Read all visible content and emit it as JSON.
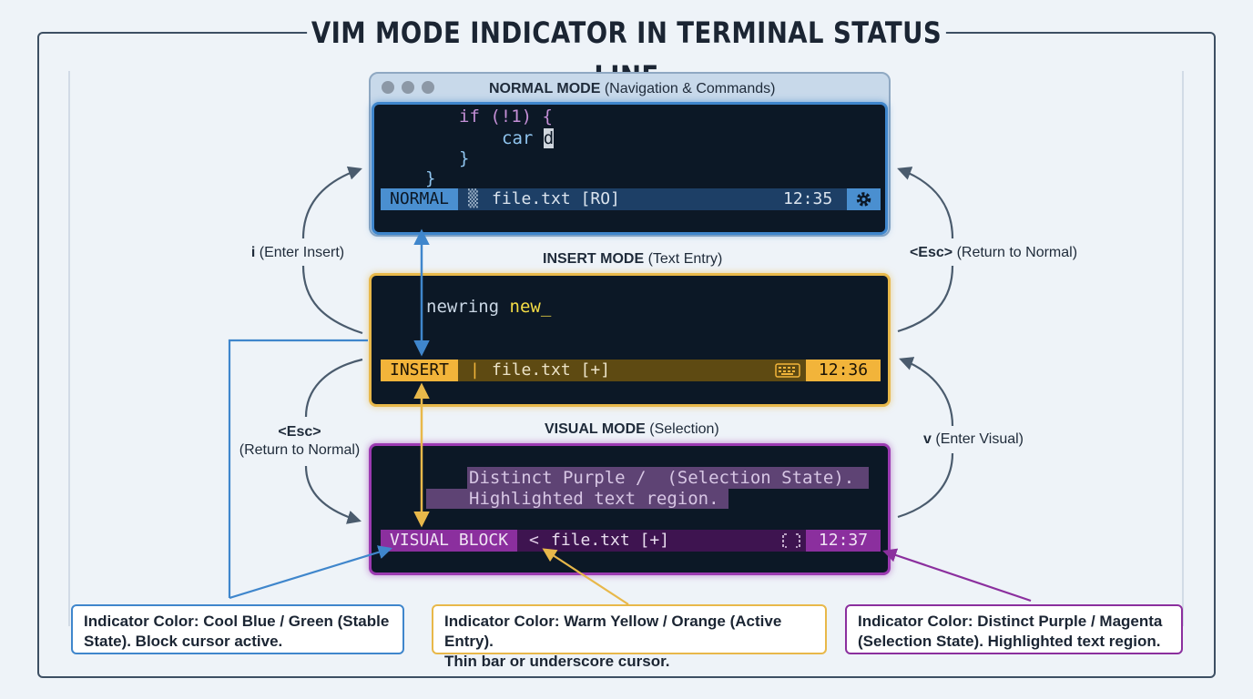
{
  "title": "VIM MODE INDICATOR IN TERMINAL STATUS LINE",
  "colors": {
    "normal": "#4a8fd0",
    "insert": "#f2b43a",
    "visual": "#8b2f9e",
    "frame": "#3d4f63"
  },
  "normal": {
    "title_bold": "NORMAL MODE",
    "title_rest": "(Navigation & Commands)",
    "code": [
      "if (!1) {",
      "car ",
      "}",
      "}"
    ],
    "cursor_char": "d",
    "status": {
      "mode": "NORMAL",
      "sep": "▒",
      "file": "file.txt [RO]",
      "time": "12:35",
      "icon": "gear-icon"
    }
  },
  "insert": {
    "title_bold": "INSERT MODE",
    "title_rest": "(Text Entry)",
    "code_plain": "newring ",
    "code_highlight": "new_",
    "status": {
      "mode": "INSERT",
      "sep": "|",
      "file": "file.txt [+]",
      "time": "12:36",
      "icon": "keyboard-icon"
    }
  },
  "visual": {
    "title_bold": "VISUAL MODE",
    "title_rest": "(Selection)",
    "code": [
      "Distinct Purple /  (Selection State).",
      "Highlighted text region."
    ],
    "status": {
      "mode": "VISUAL BLOCK",
      "sep": "<",
      "file": "file.txt [+]",
      "time": "12:37",
      "icon": "bracket-icon"
    }
  },
  "transitions": {
    "enter_insert_key": "i",
    "enter_insert_text": "(Enter Insert)",
    "return_normal_key": "<Esc>",
    "return_normal_text": "(Return to Normal)",
    "visual_return_key": "<Esc>",
    "visual_return_text": "(Return to Normal)",
    "enter_visual_key": "v",
    "enter_visual_text": "(Enter Visual)"
  },
  "callouts": [
    {
      "line1": "Indicator Color: Cool Blue / Green (Stable",
      "line2": "State). Block cursor active."
    },
    {
      "line1": "Indicator Color: Warm Yellow / Orange (Active Entry).",
      "line2": "Thin bar or underscore cursor."
    },
    {
      "line1": "Indicator Color: Distinct Purple / Magenta",
      "line2": "(Selection State). Highlighted text region."
    }
  ]
}
